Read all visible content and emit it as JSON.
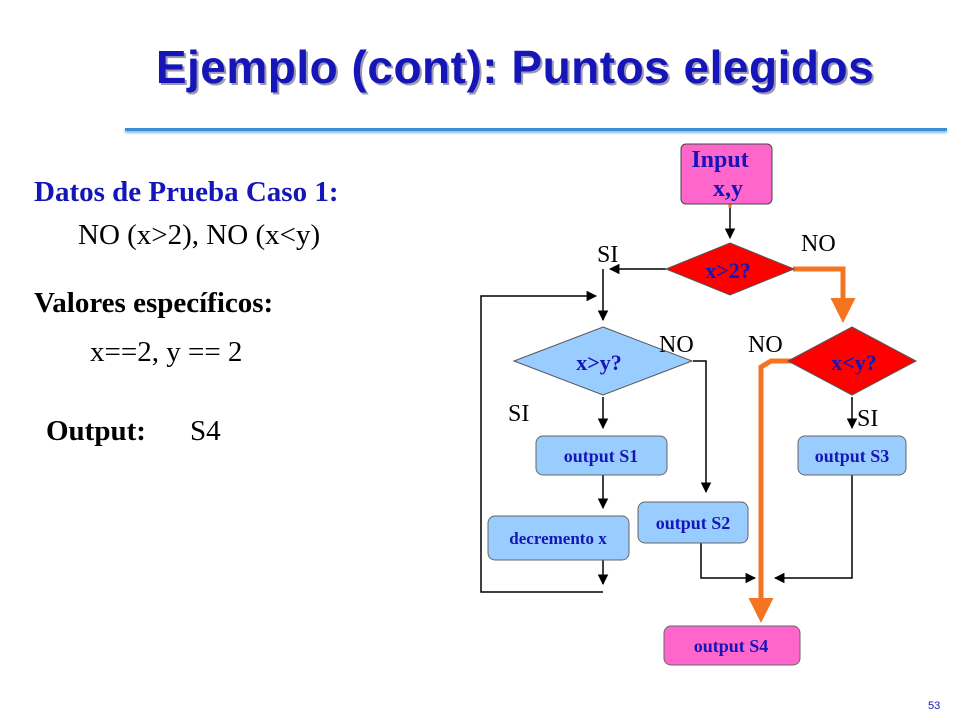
{
  "title": "Ejemplo (cont): Puntos elegidos",
  "left": {
    "case_heading": "Datos de Prueba Caso 1:",
    "case_value": "NO (x>2), NO (x<y)",
    "values_heading": "Valores específicos:",
    "values_value": "x==2, y == 2",
    "output_label": "Output:",
    "output_value": "S4"
  },
  "flowchart": {
    "input_line1": "Input",
    "input_line2": "x,y",
    "d1": "x>2?",
    "d2": "x>y?",
    "d3": "x<y?",
    "s1": "output S1",
    "s2": "output S2",
    "s3": "output S3",
    "s4": "output S4",
    "dec": "decremento x",
    "si_d1": "SI",
    "no_d1": "NO",
    "no_d2": "NO",
    "no_d3": "NO",
    "si_d2": "SI",
    "si_d3": "SI"
  },
  "colors": {
    "title": "#1515b8",
    "pink": "#ff66cc",
    "red": "#ff0000",
    "light_blue": "#99ccff",
    "highlight": "#f47421"
  },
  "slide_number": "53"
}
